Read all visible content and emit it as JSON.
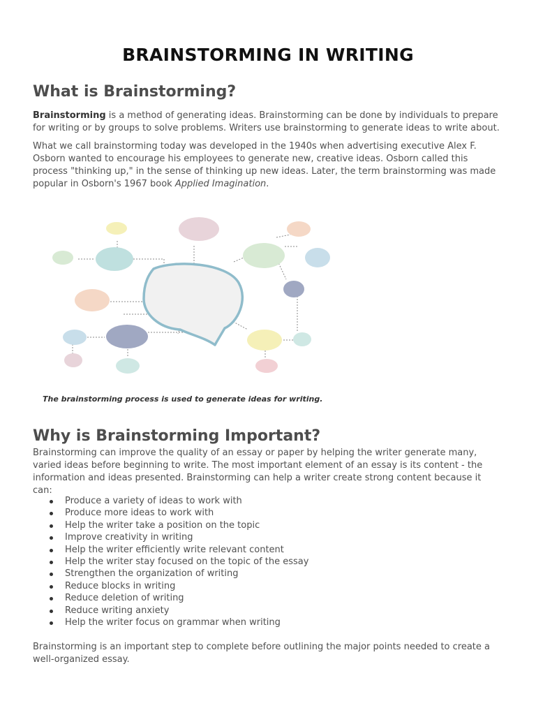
{
  "doc": {
    "title": "BRAINSTORMING IN WRITING",
    "section1": {
      "heading": "What is Brainstorming?",
      "p1_bold": "Brainstorming",
      "p1_rest": " is a method of generating ideas. Brainstorming can be done by individuals to prepare for writing or by groups to solve problems. Writers use brainstorming to generate ideas to write about.",
      "p2_main": "What we call brainstorming today was developed in the 1940s when advertising executive Alex F. Osborn wanted to encourage his employees to generate new, creative ideas. Osborn called this process \"thinking up,\" in the sense of thinking up new ideas. Later, the term brainstorming was made popular in Osborn's 1967 book ",
      "p2_italic": "Applied Imagination",
      "p2_end": "."
    },
    "figure": {
      "caption": "The brainstorming process is used to generate ideas for writing."
    },
    "section2": {
      "heading": "Why is Brainstorming Important?",
      "intro": "Brainstorming can improve the quality of an essay or paper by helping the writer generate many, varied ideas before beginning to write. The most important element of an essay is its content - the information and ideas presented. Brainstorming can help a writer create strong content because it can:",
      "bullets": [
        "Produce a variety of ideas to work with",
        "Produce more ideas to work with",
        "Help the writer take a position on the topic",
        "Improve creativity in writing",
        "Help the writer efficiently write relevant content",
        "Help the writer stay focused on the topic of the essay",
        "Strengthen the organization of writing",
        "Reduce blocks in writing",
        "Reduce deletion of writing",
        "Reduce writing anxiety",
        "Help the writer focus on grammar when writing"
      ],
      "closing": "Brainstorming is an important step to complete before outlining the major points needed to create a well-organized essay."
    },
    "colors": {
      "heading": "#4d4d4d",
      "body_text": "#505050",
      "brain_outline": "#8fbccb"
    }
  }
}
